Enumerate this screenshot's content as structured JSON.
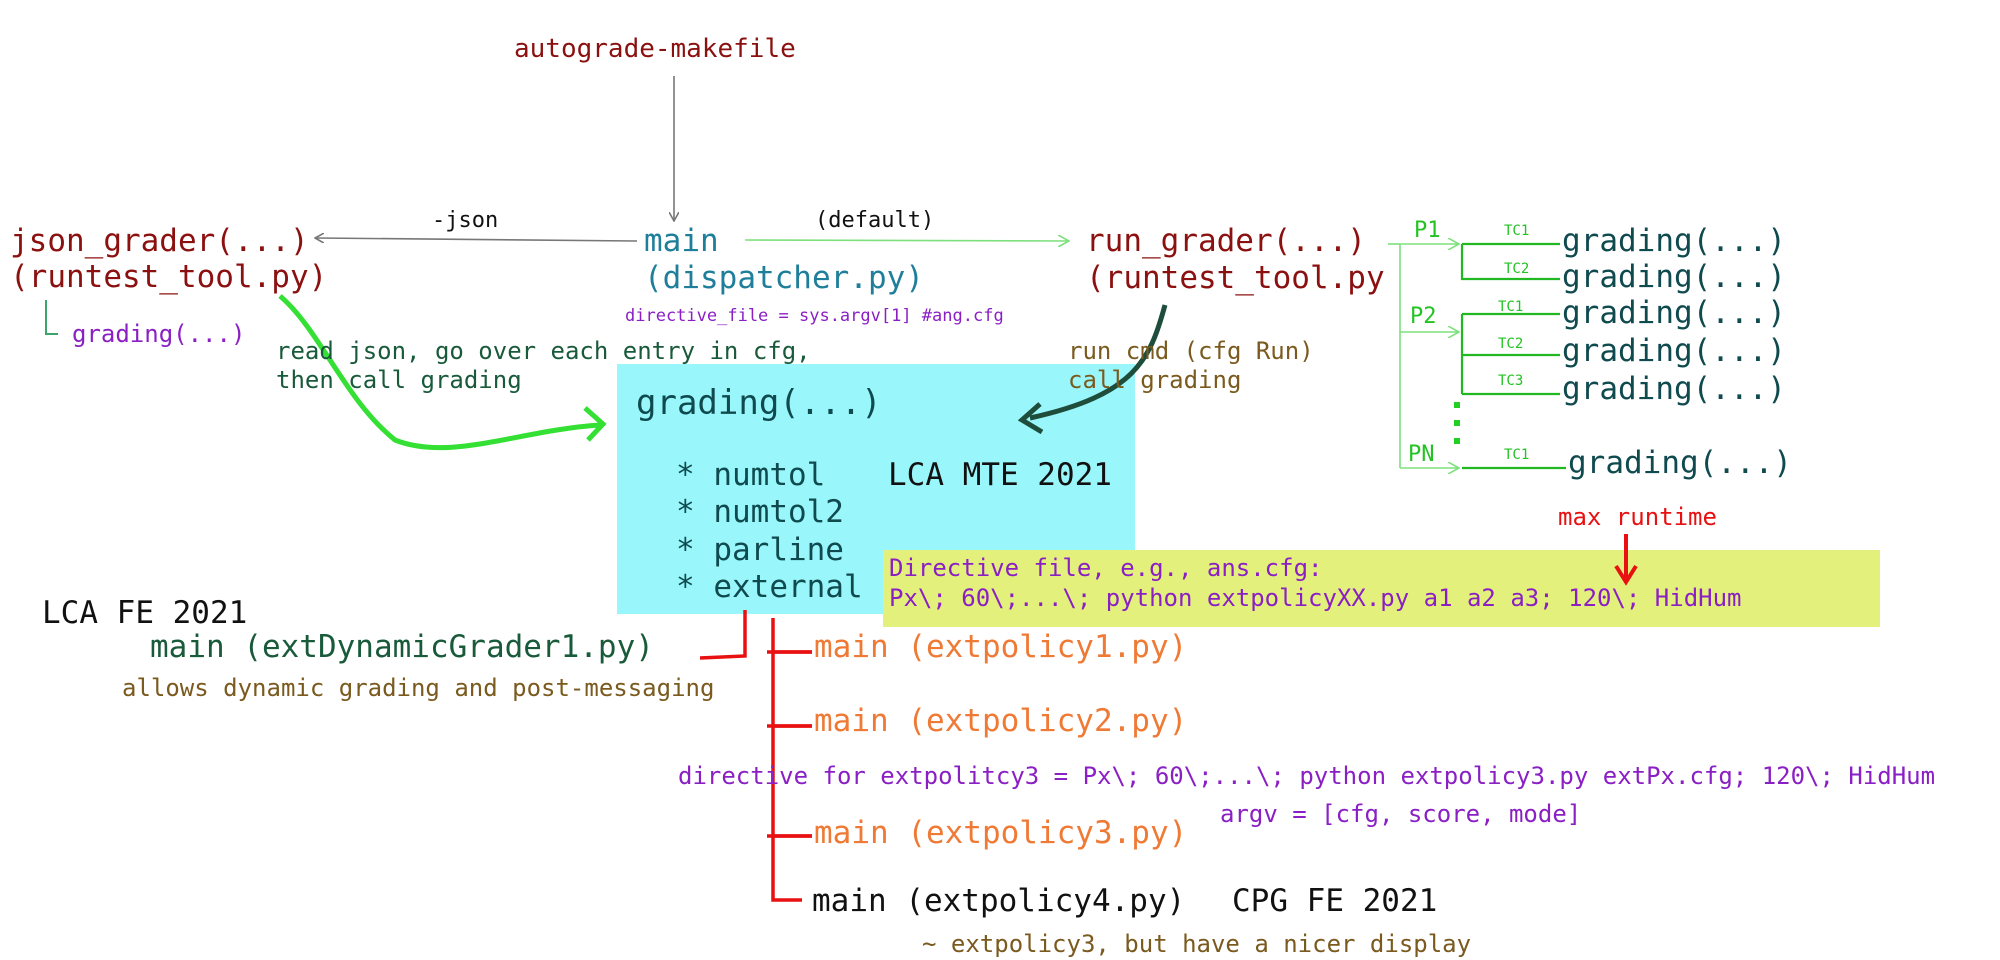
{
  "diagram": {
    "autograde": "autograde-makefile",
    "main_label": "main",
    "dispatcher": "(dispatcher.py)",
    "directive_file": "directive_file = sys.argv[1] #ang.cfg",
    "edge_json": "-json",
    "edge_default": "(default)",
    "json_grader": "json_grader(...)",
    "json_grader_file": "(runtest_tool.py)",
    "json_grading": "grading(...)",
    "read_json_line1": "read json, go over each entry in cfg,",
    "read_json_line2": "then call grading",
    "run_grader": "run_grader(...)",
    "run_grader_file": "(runtest_tool.py",
    "run_cmd_line1": "run cmd (cfg Run)",
    "run_cmd_line2": "call grading",
    "grading_box": {
      "title": "grading(...)",
      "items": [
        "* numtol",
        "* numtol2",
        "* parline",
        "* external"
      ],
      "tag": "LCA MTE 2021"
    },
    "tree": {
      "p1": "P1",
      "p2": "P2",
      "pn": "PN",
      "tc1": "TC1",
      "tc2": "TC2",
      "tc3": "TC3",
      "grading": "grading(...)",
      "dots": ":"
    },
    "max_runtime": "max runtime",
    "directive_box_line1": "Directive file, e.g., ans.cfg:",
    "directive_box_line2": "Px\\; 60\\;...\\; python extpolicyXX.py a1 a2 a3; 120\\; HidHum",
    "lca_fe": "LCA FE 2021",
    "ext_dynamic": "main (extDynamicGrader1.py)",
    "allows": "allows dynamic grading and post-messaging",
    "extpolicy1": "main (extpolicy1.py)",
    "extpolicy2": "main (extpolicy2.py)",
    "directive3": "directive for extpolitcy3 = Px\\; 60\\;...\\; python extpolicy3.py extPx.cfg; 120\\; HidHum",
    "argv": "argv = [cfg, score, mode]",
    "extpolicy3": "main (extpolicy3.py)",
    "extpolicy4": "main (extpolicy4.py)",
    "cpg_fe": "CPG FE 2021",
    "nicer": "~ extpolicy3, but have a nicer display"
  },
  "colors": {
    "dark_red": "#8b1010",
    "teal": "#1f7f9a",
    "cyan_box": "#99f7fb",
    "yellow_box": "#e4f07c",
    "green": "#22c322",
    "red": "#e81010",
    "orange": "#ef7a35",
    "purple": "#8a1fc4"
  }
}
